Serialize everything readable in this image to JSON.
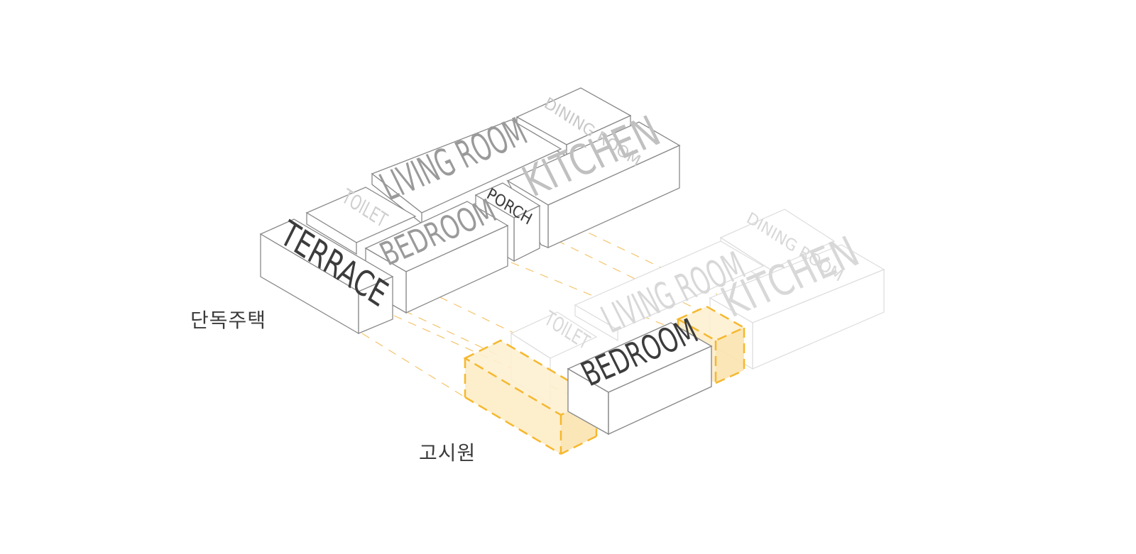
{
  "labels": {
    "house": "단독주택",
    "goshiwon": "고시원"
  },
  "house_rooms": {
    "terrace": "TERRACE",
    "toilet": "TOILET",
    "bedroom": "BEDROOM",
    "living_room": "LIVING ROOM",
    "dining_room": "DINING ROOM",
    "porch": "PORCH",
    "kitchen": "KITCHEN"
  },
  "goshiwon_rooms": {
    "toilet": "TOILET",
    "bedroom": "BEDROOM",
    "living_room": "LIVING ROOM",
    "dining_room": "DINING ROOM",
    "kitchen": "KITCHEN"
  },
  "colors": {
    "line": "#8a8a8a",
    "faint_line": "#dcdcdc",
    "dark_text": "#3c3c3c",
    "mid_text": "#9a9a9a",
    "light_text": "#d0d0d0",
    "highlight_fill": "#fdf0d2",
    "highlight_stroke": "#f5b82e"
  }
}
